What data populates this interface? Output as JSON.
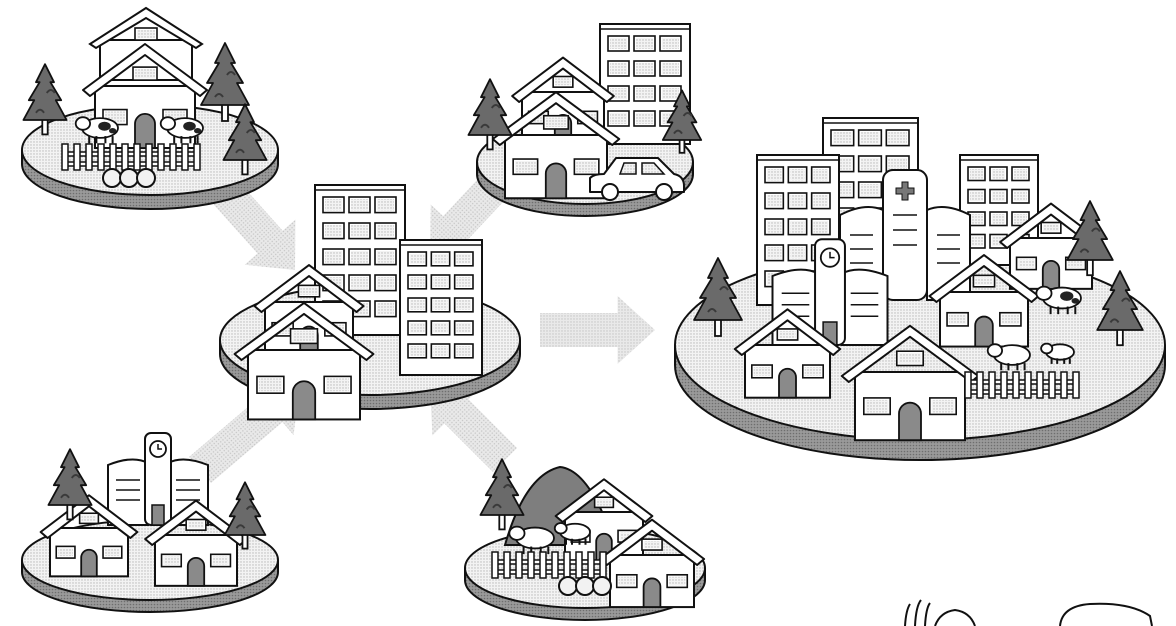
{
  "diagram": {
    "kind": "community-consolidation-illustration",
    "nodes": [
      {
        "id": "farm-island",
        "features": [
          "house",
          "farmhouse",
          "tree",
          "cow",
          "fence",
          "hay-bale"
        ]
      },
      {
        "id": "residential-island",
        "features": [
          "house",
          "apartment-building",
          "tree",
          "car"
        ]
      },
      {
        "id": "school-island",
        "features": [
          "school-clock-tower",
          "house",
          "tree"
        ]
      },
      {
        "id": "rural-island",
        "features": [
          "mountain",
          "house",
          "pig",
          "fence",
          "hay-bale",
          "tree"
        ]
      },
      {
        "id": "hub-island",
        "features": [
          "apartment-building",
          "house"
        ]
      },
      {
        "id": "merged-town-island",
        "features": [
          "apartment-building",
          "hospital",
          "school-clock-tower",
          "house",
          "tree",
          "cow",
          "pig",
          "fence"
        ]
      }
    ],
    "arrows": [
      {
        "from": "farm-island",
        "to": "hub-island"
      },
      {
        "from": "residential-island",
        "to": "hub-island"
      },
      {
        "from": "school-island",
        "to": "hub-island"
      },
      {
        "from": "rural-island",
        "to": "hub-island"
      },
      {
        "from": "hub-island",
        "to": "merged-town-island"
      }
    ]
  },
  "colors": {
    "outline": "#111111",
    "tree": "#6a6a6a",
    "tree_dark": "#3a3a3a",
    "island_top": "#e6e6e6",
    "island_side": "#8c8c8c",
    "arrow": "#d6d6d6",
    "window": "#e0e0e0",
    "door": "#8a8a8a",
    "mountain": "#7e7e7e"
  }
}
